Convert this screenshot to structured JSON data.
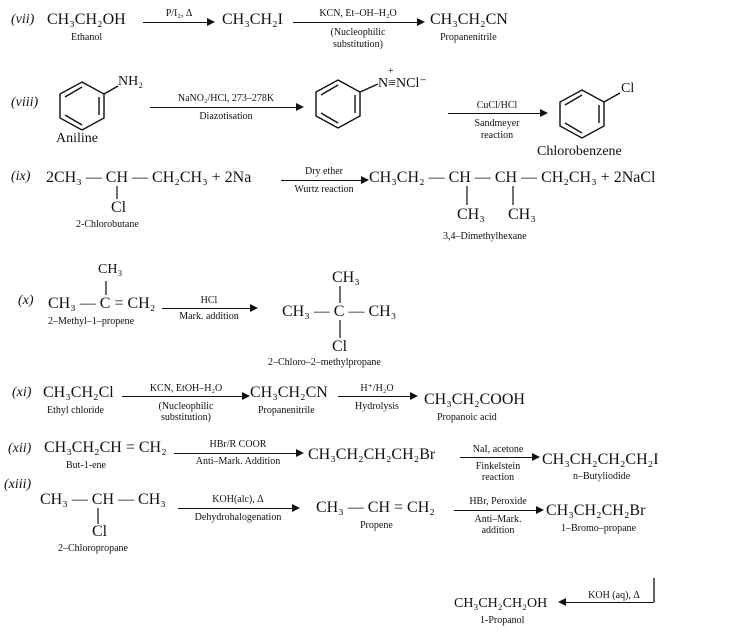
{
  "vii": {
    "num": "(vii)",
    "start": "CH₃CH₂OH",
    "start_name": "Ethanol",
    "a1_top": "P/I₂, Δ",
    "mid": "CH₃CH₂I",
    "a2_top": "KCN, Et–OH–H₂O",
    "a2_b1": "(Nucleophilic",
    "a2_b2": "substitution)",
    "end": "CH₃CH₂CN",
    "end_name": "Propanenitrile"
  },
  "viii": {
    "num": "(viii)",
    "nh2": "NH₂",
    "start_name": "Aniline",
    "a1_top": "NaNO₂/HCl, 273–278K",
    "a1_bot": "Diazotisation",
    "diazo": "N≡NCl⁻",
    "plus": "+",
    "a2_top": "CuCl/HCl",
    "a2_b1": "Sandmeyer",
    "a2_b2": "reaction",
    "cl": "Cl",
    "end_name": "Chlorobenzene"
  },
  "ix": {
    "num": "(ix)",
    "left": "2CH₃ — CH — CH₂CH₃ + 2Na",
    "cl": "Cl",
    "left_name": "2-Chlorobutane",
    "a_top": "Dry ether",
    "a_bot": "Wurtz reaction",
    "right": "CH₃CH₂ — CH — CH — CH₂CH₃ + 2NaCl",
    "sub1": "CH₃",
    "sub2": "CH₃",
    "right_name": "3,4–Dimethylhexane"
  },
  "x": {
    "num": "(x)",
    "ch3_top": "CH₃",
    "main": "CH₃ — C = CH₂",
    "left_name": "2–Methyl–1–propene",
    "a_top": "HCl",
    "a_bot": "Mark. addition",
    "p_top": "CH₃",
    "p_main": "CH₃ — C — CH₃",
    "p_cl": "Cl",
    "p_name": "2–Chloro–2–methylpropane"
  },
  "xi": {
    "num": "(xi)",
    "start": "CH₃CH₂Cl",
    "start_name": "Ethyl chloride",
    "a1_top": "KCN, EtOH–H₂O",
    "a1_b1": "(Nucleophilic",
    "a1_b2": "substitution)",
    "mid": "CH₃CH₂CN",
    "mid_name": "Propanenitrile",
    "a2_top": "H⁺/H₂O",
    "a2_bot": "Hydrolysis",
    "end": "CH₃CH₂COOH",
    "end_name": "Propanoic acid"
  },
  "xii": {
    "num": "(xii)",
    "start": "CH₃CH₂CH = CH₂",
    "start_name": "But-1-ene",
    "a1_top": "HBr/R COOR",
    "a1_bot": "Anti–Mark. Addition",
    "mid": "CH₃CH₂CH₂CH₂Br",
    "a2_top": "NaI, acetone",
    "a2_b1": "Finkelstein",
    "a2_b2": "reaction",
    "end": "CH₃CH₂CH₂CH₂I",
    "end_name": "n–Butyliodide"
  },
  "xiii": {
    "num": "(xiii)",
    "start": "CH₃ — CH — CH₃",
    "cl": "Cl",
    "start_name": "2–Chloropropane",
    "a1_top": "KOH(alc), Δ",
    "a1_bot": "Dehydrohalogenation",
    "mid": "CH₃ — CH = CH₂",
    "mid_name": "Propene",
    "a2_top": "HBr, Peroxide",
    "a2_b1": "Anti–Mark.",
    "a2_b2": "addition",
    "end": "CH₃CH₂CH₂Br",
    "end_name": "1–Bromo–propane",
    "a3_top": "KOH (aq), Δ",
    "final": "CH₃CH₂CH₂OH",
    "final_name": "1-Propanol"
  }
}
